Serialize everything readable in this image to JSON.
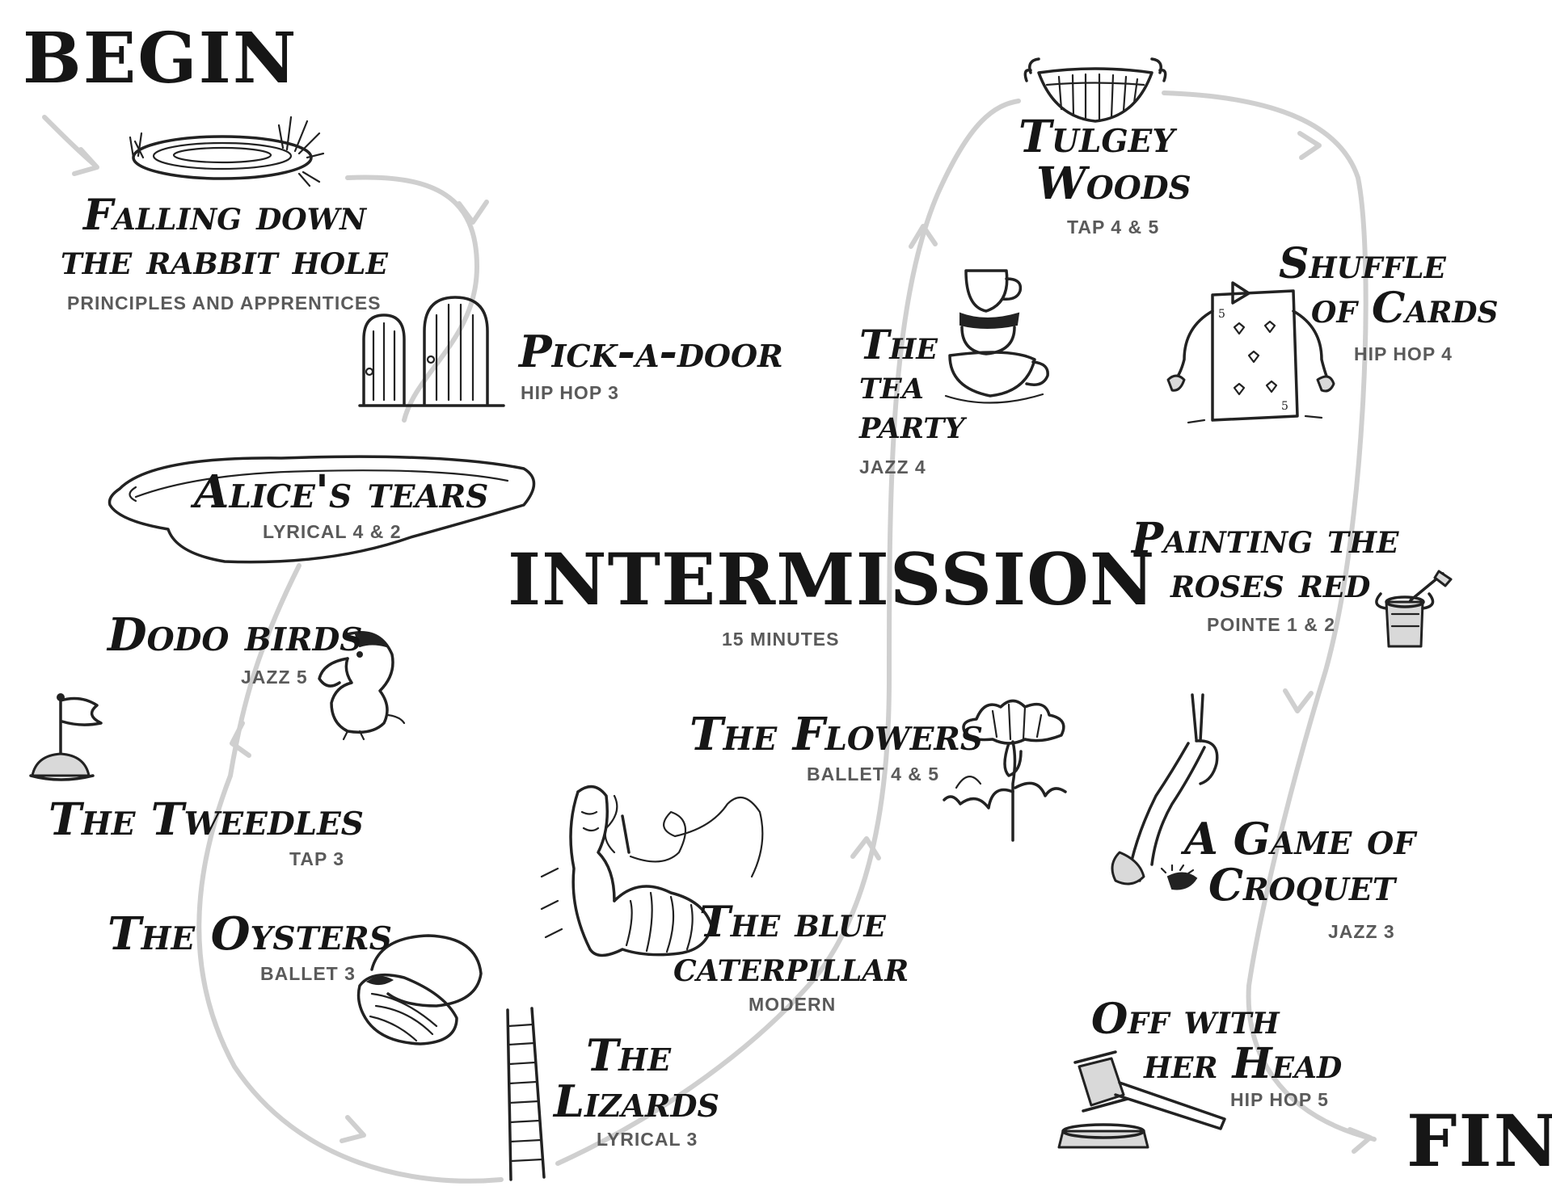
{
  "begin_label": "BEGIN",
  "end_label": "FIN",
  "intermission": {
    "title": "INTERMISSION",
    "subtitle": "15 MINUTES"
  },
  "scenes": [
    {
      "id": "rabbit-hole",
      "title_lines": [
        "Falling down",
        "the rabbit hole"
      ],
      "subtitle": "PRINCIPLES AND APPRENTICES",
      "icon": "rabbit-hole-icon"
    },
    {
      "id": "pick-a-door",
      "title_lines": [
        "Pick-a-door"
      ],
      "subtitle": "HIP HOP 3",
      "icon": "doors-icon"
    },
    {
      "id": "alices-tears",
      "title_lines": [
        "Alice's tears"
      ],
      "subtitle": "LYRICAL 4 & 2",
      "icon": "puddle-icon"
    },
    {
      "id": "dodo-birds",
      "title_lines": [
        "Dodo birds"
      ],
      "subtitle": "JAZZ 5",
      "icon": "dodo-icon"
    },
    {
      "id": "tweedles",
      "title_lines": [
        "The Tweedles"
      ],
      "subtitle": "TAP 3",
      "icon": "propeller-cap-icon"
    },
    {
      "id": "oysters",
      "title_lines": [
        "The Oysters"
      ],
      "subtitle": "BALLET 3",
      "icon": "oyster-icon"
    },
    {
      "id": "lizards",
      "title_lines": [
        "The",
        "Lizards"
      ],
      "subtitle": "LYRICAL 3",
      "icon": "ladder-icon"
    },
    {
      "id": "caterpillar",
      "title_lines": [
        "The blue",
        "caterpillar"
      ],
      "subtitle": "MODERN",
      "icon": "caterpillar-icon"
    },
    {
      "id": "flowers",
      "title_lines": [
        "The Flowers"
      ],
      "subtitle": "BALLET 4 & 5",
      "icon": "flower-icon"
    },
    {
      "id": "tea-party",
      "title_lines": [
        "The",
        "tea",
        "party"
      ],
      "subtitle": "JAZZ 4",
      "icon": "teacups-icon"
    },
    {
      "id": "tulgey-woods",
      "title_lines": [
        "Tulgey",
        "Woods"
      ],
      "subtitle": "TAP 4 & 5",
      "icon": "cheshire-grin-icon"
    },
    {
      "id": "shuffle-cards",
      "title_lines": [
        "Shuffle",
        "of Cards"
      ],
      "subtitle": "HIP HOP 4",
      "icon": "card-soldier-icon"
    },
    {
      "id": "painting-roses",
      "title_lines": [
        "Painting the",
        "roses red"
      ],
      "subtitle": "POINTE 1 & 2",
      "icon": "paint-bucket-icon"
    },
    {
      "id": "croquet",
      "title_lines": [
        "A Game of",
        "Croquet"
      ],
      "subtitle": "JAZZ 3",
      "icon": "flamingo-mallet-icon"
    },
    {
      "id": "off-with-head",
      "title_lines": [
        "Off with",
        "her Head"
      ],
      "subtitle": "HIP HOP 5",
      "icon": "gavel-icon"
    }
  ]
}
